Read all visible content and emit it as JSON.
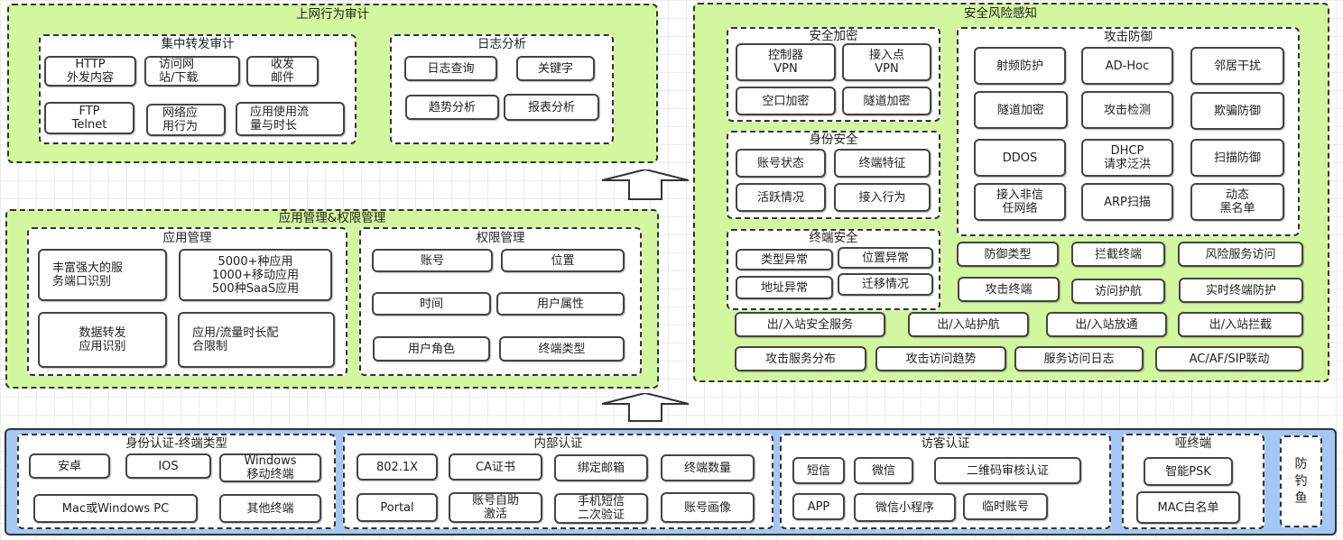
{
  "top_left": {
    "title": "上网行为审计",
    "forward_audit": {
      "title": "集中转发审计",
      "items": [
        "HTTP\n外发内容",
        "访问网\n站/下载",
        "收发\n邮件",
        "FTP\nTelnet",
        "网络应\n用行为",
        "应用使用流\n量与时长"
      ]
    },
    "log_analysis": {
      "title": "日志分析",
      "items": [
        "日志查询",
        "关键字",
        "趋势分析",
        "报表分析"
      ]
    }
  },
  "middle_left": {
    "title": "应用管理&权限管理",
    "app_mgmt": {
      "title": "应用管理",
      "items": [
        "丰富强大的服\n务端口识别",
        "5000+种应用\n1000+移动应用\n500种SaaS应用",
        "数据转发\n应用识别",
        "应用/流量时长配\n合限制"
      ]
    },
    "perm_mgmt": {
      "title": "权限管理",
      "items": [
        "账号",
        "位置",
        "时间",
        "用户属性",
        "用户角色",
        "终端类型"
      ]
    }
  },
  "right": {
    "title": "安全风险感知",
    "encryption": {
      "title": "安全加密",
      "items": [
        "控制器\nVPN",
        "接入点\nVPN",
        "空口加密",
        "隧道加密"
      ]
    },
    "identity": {
      "title": "身份安全",
      "items": [
        "账号状态",
        "终端特征",
        "活跃情况",
        "接入行为"
      ]
    },
    "terminal": {
      "title": "终端安全",
      "items": [
        "类型异常",
        "位置异常",
        "地址异常",
        "迁移情况"
      ]
    },
    "attack_defense": {
      "title": "攻击防御",
      "items": [
        "射频防护",
        "AD-Hoc",
        "邻居干扰",
        "隧道加密",
        "攻击检测",
        "欺骗防御",
        "DDOS",
        "DHCP\n请求泛洪",
        "扫描防御",
        "接入非信\n任网络",
        "ARP扫描",
        "动态\n黑名单"
      ]
    },
    "extra_row1": [
      "防御类型",
      "拦截终端",
      "风险服务访问"
    ],
    "extra_row2": [
      "攻击终端",
      "访问护航",
      "实时终端防护"
    ],
    "extra_row3": [
      "出/入站安全服务",
      "出/入站护航",
      "出/入站放通",
      "出/入站拦截"
    ],
    "extra_row4": [
      "攻击服务分布",
      "攻击访问趋势",
      "服务访问日志",
      "AC/AF/SIP联动"
    ]
  },
  "bottom": {
    "terminal_types": {
      "title": "身份认证-终端类型",
      "items": [
        "安卓",
        "IOS",
        "Windows\n移动终端",
        "Mac或Windows PC",
        "其他终端"
      ]
    },
    "internal_auth": {
      "title": "内部认证",
      "items": [
        "802.1X",
        "CA证书",
        "绑定邮箱",
        "终端数量",
        "Portal",
        "账号自助\n激活",
        "手机短信\n二次验证",
        "账号画像"
      ]
    },
    "guest_auth": {
      "title": "访客认证",
      "items": [
        "短信",
        "微信",
        "二维码审核认证",
        "APP",
        "微信小程序",
        "临时账号"
      ]
    },
    "dumb_terminal": {
      "title": "哑终端",
      "items": [
        "智能PSK",
        "MAC白名单"
      ]
    },
    "anti_phishing": {
      "label": "防\n钓\n鱼"
    }
  },
  "colors": {
    "green_layer": "#d2f79e",
    "blue_layer": "#a4c8f3",
    "border": "#333333"
  }
}
